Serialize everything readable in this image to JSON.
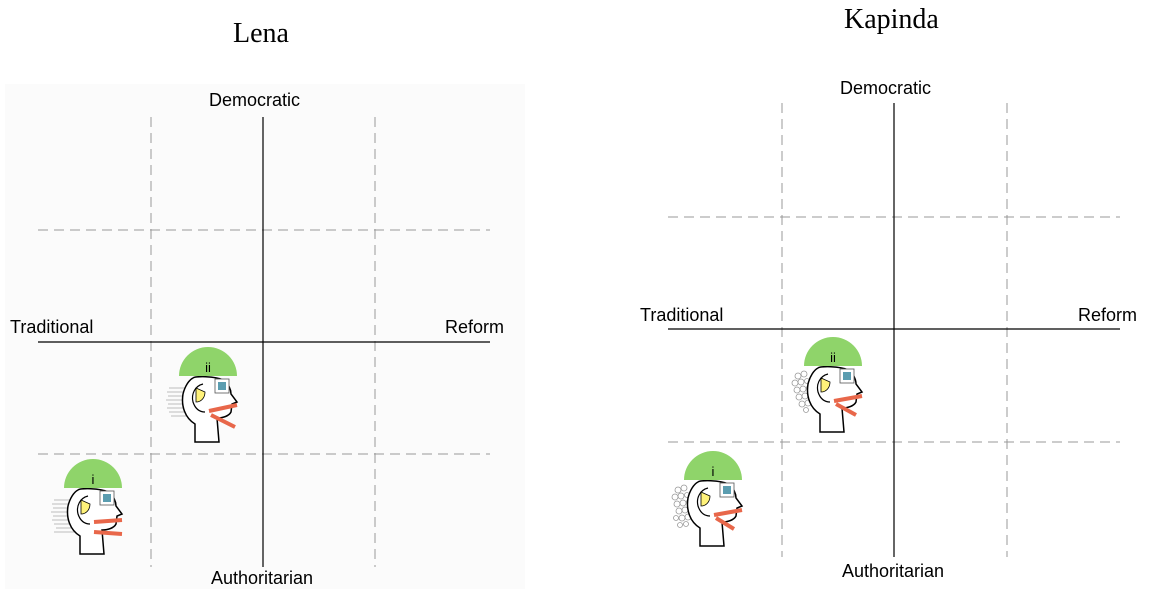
{
  "panels": [
    {
      "title": "Lena",
      "axes": {
        "top": "Democratic",
        "bottom": "Authoritarian",
        "left": "Traditional",
        "right": "Reform"
      },
      "heads": [
        {
          "label": "ii"
        },
        {
          "label": "i"
        }
      ],
      "hair_style": "lines"
    },
    {
      "title": "Kapinda",
      "axes": {
        "top": "Democratic",
        "bottom": "Authoritarian",
        "left": "Traditional",
        "right": "Reform"
      },
      "heads": [
        {
          "label": "ii"
        },
        {
          "label": "i"
        }
      ],
      "hair_style": "curls"
    }
  ],
  "colors": {
    "helmet": "#8fd46a",
    "eye": "#fff27a",
    "square": "#5b9db0",
    "mouth": "#e8674a",
    "grid_dash": "#999999",
    "axis": "#000000"
  }
}
